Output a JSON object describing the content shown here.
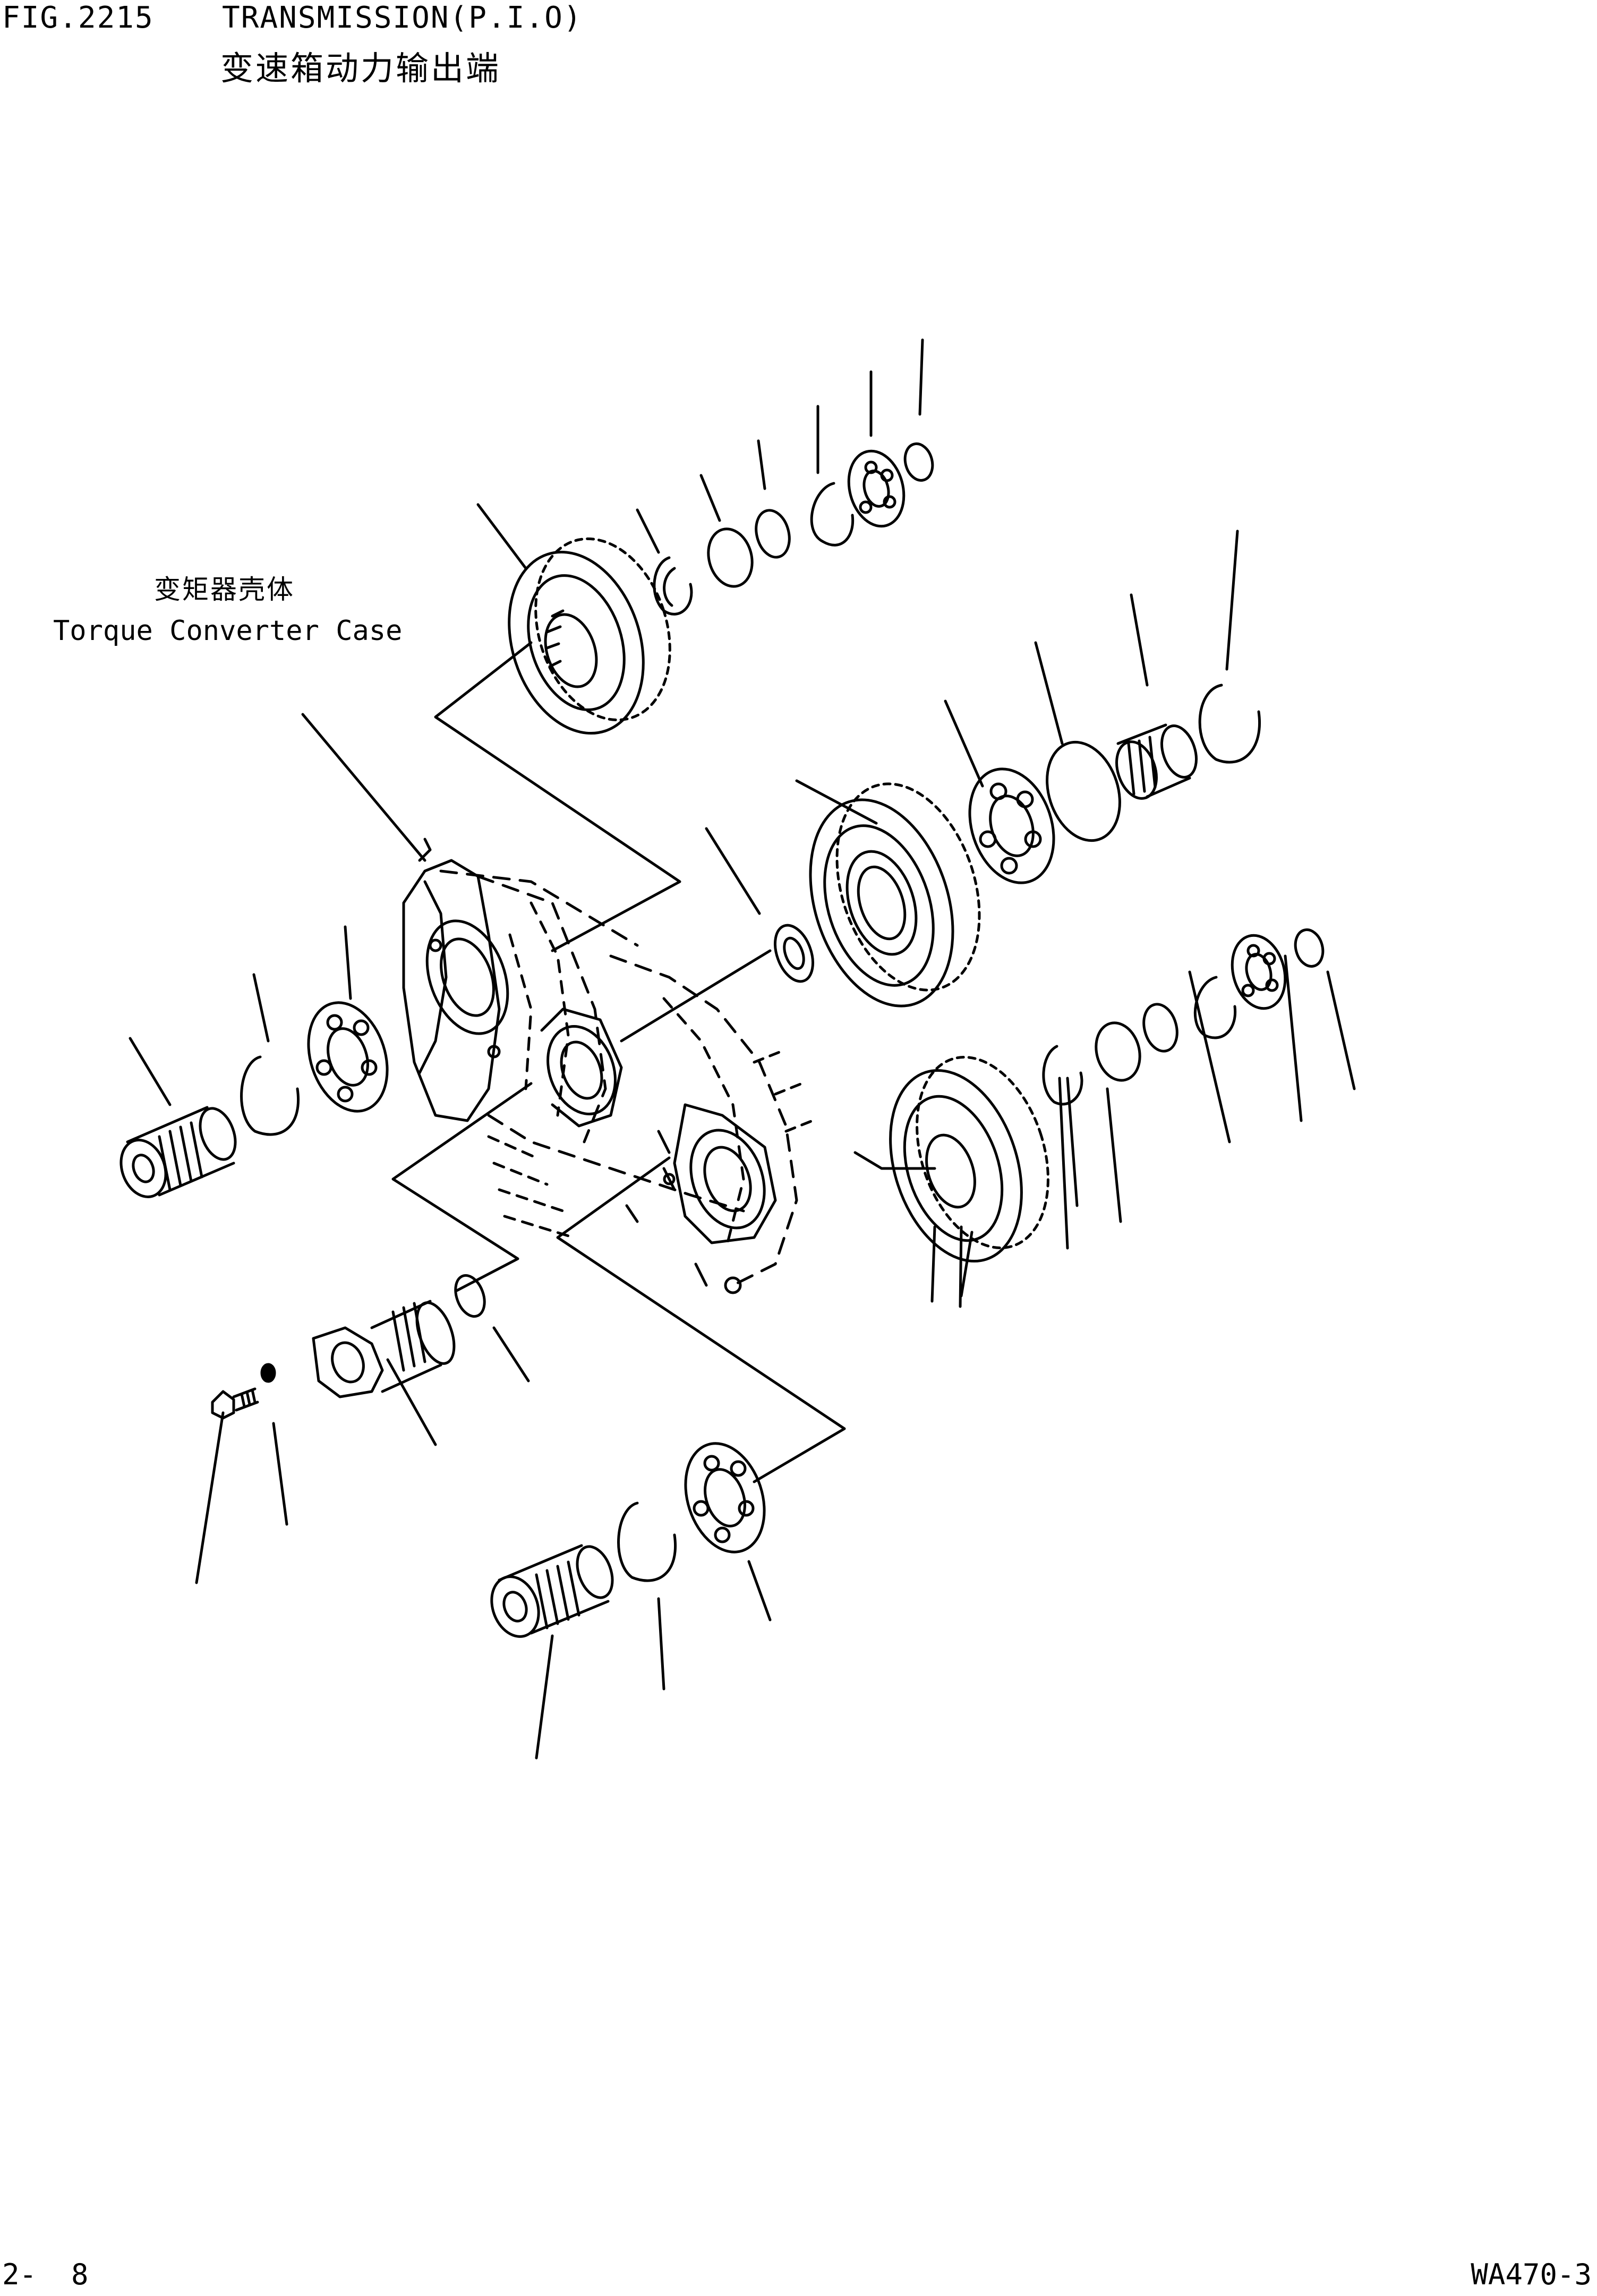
{
  "header": {
    "fig_number": "FIG.2215",
    "title_en": "TRANSMISSION(P.I.O)",
    "title_zh": "变速箱动力输出端"
  },
  "callout": {
    "label_zh": "变矩器壳体",
    "label_en": "Torque Converter Case"
  },
  "footer": {
    "page": "2-  8",
    "model": "WA470-3"
  },
  "colors": {
    "ink": "#000000",
    "paper": "#ffffff"
  }
}
